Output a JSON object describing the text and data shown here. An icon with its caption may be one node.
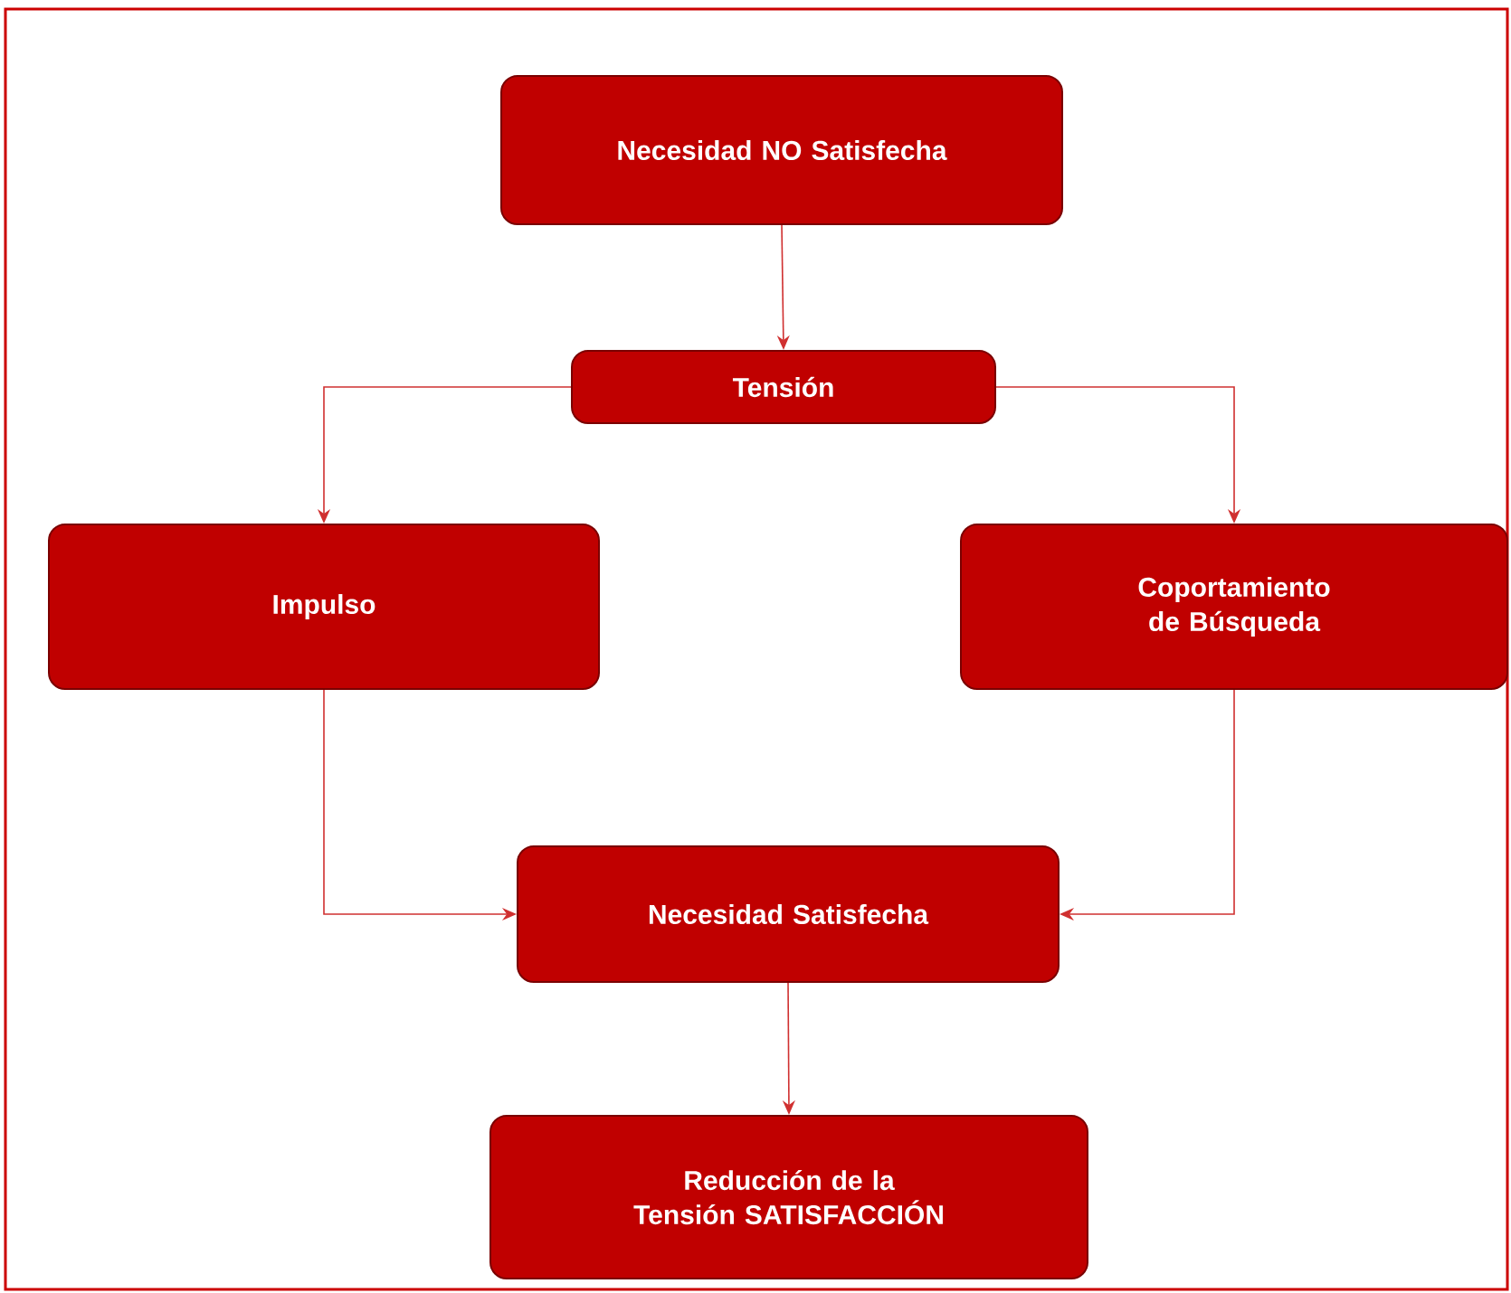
{
  "diagram": {
    "nodes": [
      {
        "text": [
          "Necesidad NO Satisfecha"
        ]
      },
      {
        "text": [
          "Tensión"
        ]
      },
      {
        "text": [
          "Impulso"
        ]
      },
      {
        "text": [
          "Coportamiento de Búsqueda"
        ]
      },
      {
        "text": [
          "Necesidad Satisfecha"
        ]
      },
      {
        "text": [
          "Reducción de la Tensión SATISFACCIÓN"
        ]
      }
    ],
    "edges": [
      {
        "from": 0,
        "to": 1,
        "arrow": "to"
      },
      {
        "from": 1,
        "to": 2,
        "arrow": "to"
      },
      {
        "from": 1,
        "to": 3,
        "arrow": "to"
      },
      {
        "from": 2,
        "to": 4,
        "arrow": "to"
      },
      {
        "from": 3,
        "to": 4,
        "arrow": "to"
      },
      {
        "from": 4,
        "to": 5,
        "arrow": "to"
      }
    ]
  }
}
